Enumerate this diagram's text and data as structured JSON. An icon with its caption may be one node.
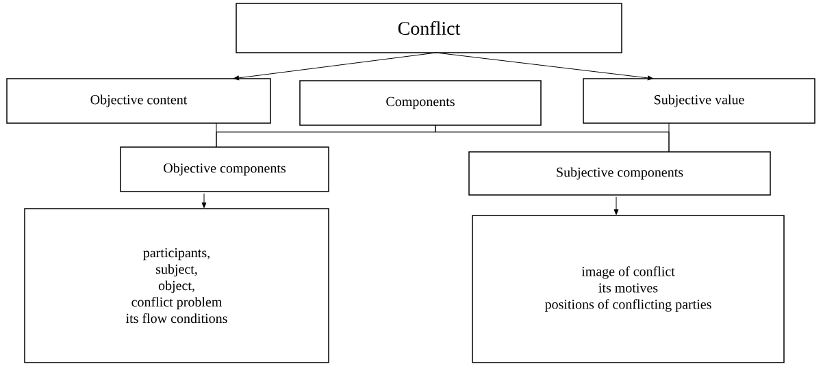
{
  "diagram": {
    "nodes": [
      {
        "text": [
          "Conflict"
        ]
      },
      {
        "text": [
          "Objective content"
        ]
      },
      {
        "text": [
          "Components"
        ]
      },
      {
        "text": [
          "Subjective value"
        ]
      },
      {
        "text": [
          "Objective components"
        ]
      },
      {
        "text": [
          "Subjective components"
        ]
      },
      {
        "text": [
          "participants,",
          "subject,",
          "object,",
          "conflict problem",
          "its flow conditions"
        ]
      },
      {
        "text": [
          "image of conflict",
          "its motives",
          "positions of conflicting parties"
        ]
      }
    ],
    "edges": [
      {
        "from": 0,
        "to": 1,
        "arrow": "to"
      },
      {
        "from": 0,
        "to": 3,
        "arrow": "to"
      },
      {
        "from": 1,
        "to": 4,
        "arrow": "none"
      },
      {
        "from": 2,
        "to": 4,
        "arrow": "none"
      },
      {
        "from": 2,
        "to": 5,
        "arrow": "none"
      },
      {
        "from": 3,
        "to": 5,
        "arrow": "none"
      },
      {
        "from": 4,
        "to": 6,
        "arrow": "to"
      },
      {
        "from": 5,
        "to": 7,
        "arrow": "to"
      }
    ]
  }
}
